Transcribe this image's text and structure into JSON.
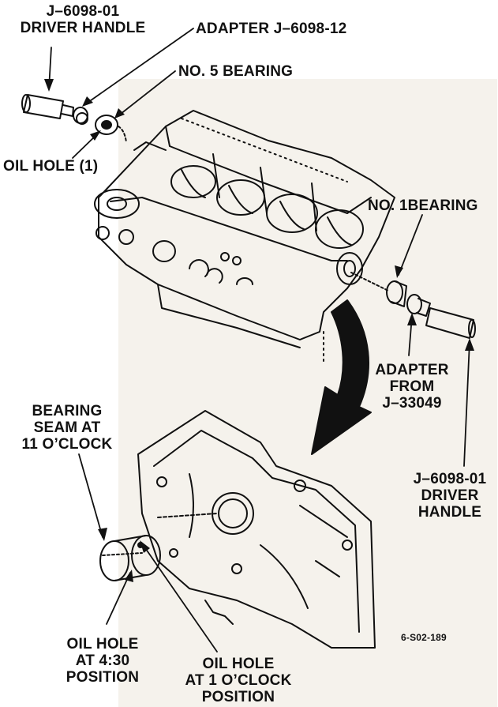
{
  "labels": {
    "driver_handle_top": [
      "J–6098-01",
      "DRIVER HANDLE"
    ],
    "adapter_top": "ADAPTER J–6098-12",
    "no5_bearing": "NO. 5 BEARING",
    "oil_hole_1": "OIL HOLE (1)",
    "no1_bearing": "NO. 1BEARING",
    "adapter_from": [
      "ADAPTER",
      "FROM",
      "J–33049"
    ],
    "bearing_seam": [
      "BEARING",
      "SEAM AT",
      "11 O’CLOCK"
    ],
    "driver_handle_right": [
      "J–6098-01",
      "DRIVER",
      "HANDLE"
    ],
    "oil_hole_430": [
      "OIL HOLE",
      "AT 4:30",
      "POSITION"
    ],
    "oil_hole_1oclock": [
      "OIL HOLE",
      "AT 1 O’CLOCK",
      "POSITION"
    ],
    "figure_id": "6-S02-189"
  },
  "colors": {
    "ink": "#111111",
    "panel": "#f5f2ec"
  }
}
